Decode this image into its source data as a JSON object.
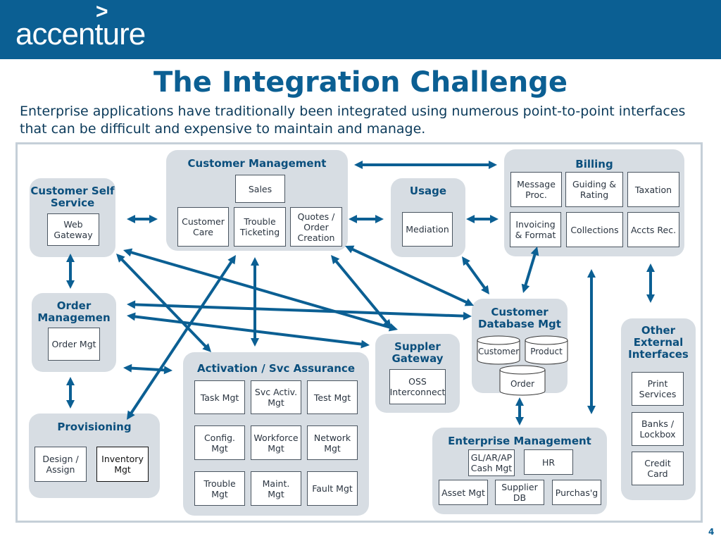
{
  "brand": {
    "name": "accenture",
    "mark": ">"
  },
  "title": "The Integration Challenge",
  "subtitle": "Enterprise applications have traditionally been integrated using numerous point-to-point interfaces that can be difficult and expensive to maintain and manage.",
  "page_number": "4",
  "colors": {
    "header": "#0b5f93",
    "group_fill": "#d7dde3",
    "arrow": "#0b5f93",
    "title_text": "#0b4f7d"
  },
  "groups": {
    "customer_management": {
      "title": "Customer Management",
      "sales": "Sales",
      "customer_care": "Customer Care",
      "trouble_ticketing": "Trouble Ticketing",
      "quotes": "Quotes / Order Creation"
    },
    "customer_self_service": {
      "title": "Customer Self Service",
      "web_gateway": "Web Gateway"
    },
    "usage": {
      "title": "Usage",
      "mediation": "Mediation"
    },
    "billing": {
      "title": "Billing",
      "message_proc": "Message Proc.",
      "guiding_rating": "Guiding & Rating",
      "taxation": "Taxation",
      "invoicing": "Invoicing & Format",
      "collections": "Collections",
      "accts_rec": "Accts Rec."
    },
    "order_management": {
      "title": "Order Managemen",
      "order_mgt": "Order Mgt"
    },
    "activation": {
      "title": "Activation / Svc Assurance",
      "task_mgt": "Task Mgt",
      "svc_activ": "Svc Activ. Mgt",
      "test_mgt": "Test Mgt",
      "config_mgt": "Config. Mgt",
      "workforce_mgt": "Workforce Mgt",
      "network_mgt": "Network Mgt",
      "trouble_mgt": "Trouble Mgt",
      "maint_mgt": "Maint. Mgt",
      "fault_mgt": "Fault Mgt"
    },
    "supplier_gateway": {
      "title": "Suppler Gateway",
      "oss": "OSS Interconnect"
    },
    "customer_database": {
      "title": "Customer Database Mgt",
      "customer": "Customer",
      "product": "Product",
      "order": "Order"
    },
    "other_external": {
      "title": "Other External Interfaces",
      "print": "Print Services",
      "banks": "Banks / Lockbox",
      "credit_card": "Credit Card"
    },
    "provisioning": {
      "title": "Provisioning",
      "design": "Design / Assign",
      "inventory": "Inventory Mgt"
    },
    "enterprise_management": {
      "title": "Enterprise Management",
      "gl": "GL/AR/AP Cash Mgt",
      "hr": "HR",
      "asset": "Asset Mgt",
      "supplier_db": "Supplier DB",
      "purchasing": "Purchas'g"
    }
  }
}
